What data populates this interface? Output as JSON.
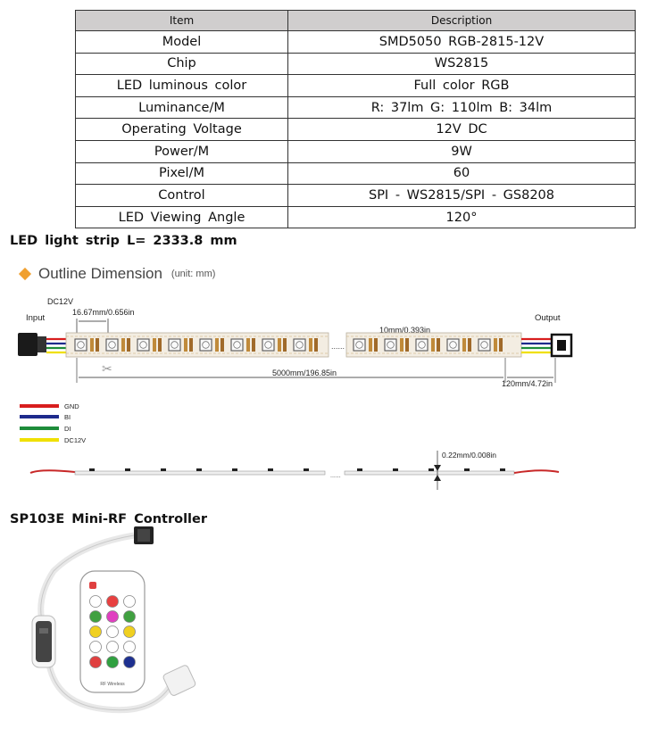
{
  "spec_table": {
    "headers": [
      "Item",
      "Description"
    ],
    "rows": [
      [
        "Model",
        "SMD5050 RGB-2815-12V"
      ],
      [
        "Chip",
        "WS2815"
      ],
      [
        "LED luminous color",
        "Full color RGB"
      ],
      [
        "Luminance/M",
        "R: 37lm G: 110lm B: 34lm"
      ],
      [
        "Operating Voltage",
        "12V DC"
      ],
      [
        "Power/M",
        "9W"
      ],
      [
        "Pixel/M",
        "60"
      ],
      [
        "Control",
        "SPI - WS2815/SPI - GS8208"
      ],
      [
        "LED Viewing Angle",
        "120°"
      ]
    ]
  },
  "strip_heading": "LED light strip L= 2333.8 mm",
  "outline": {
    "title": "Outline Dimension",
    "unit": "(unit: mm)",
    "labels": {
      "dc12v": "DC12V",
      "input": "Input",
      "output": "Output",
      "pitch": "16.67mm/0.656in",
      "led_size": "10mm/0.393in",
      "length": "5000mm/196.85in",
      "lead": "120mm/4.72in",
      "ellipsis": "......",
      "thickness": "0.22mm/0.008in"
    },
    "wires": [
      {
        "label": "GND",
        "color": "#d81e1e"
      },
      {
        "label": "BI",
        "color": "#1e2a8c"
      },
      {
        "label": "DI",
        "color": "#1e8c3a"
      },
      {
        "label": "DC12V",
        "color": "#f0e000"
      }
    ]
  },
  "controller": {
    "heading": "SP103E Mini-RF Controller",
    "remote_text": "RF Wireless"
  },
  "colors": {
    "table_header_bg": "#d0cece",
    "strip_body": "#f3ede2",
    "accent": "#f0a030"
  }
}
